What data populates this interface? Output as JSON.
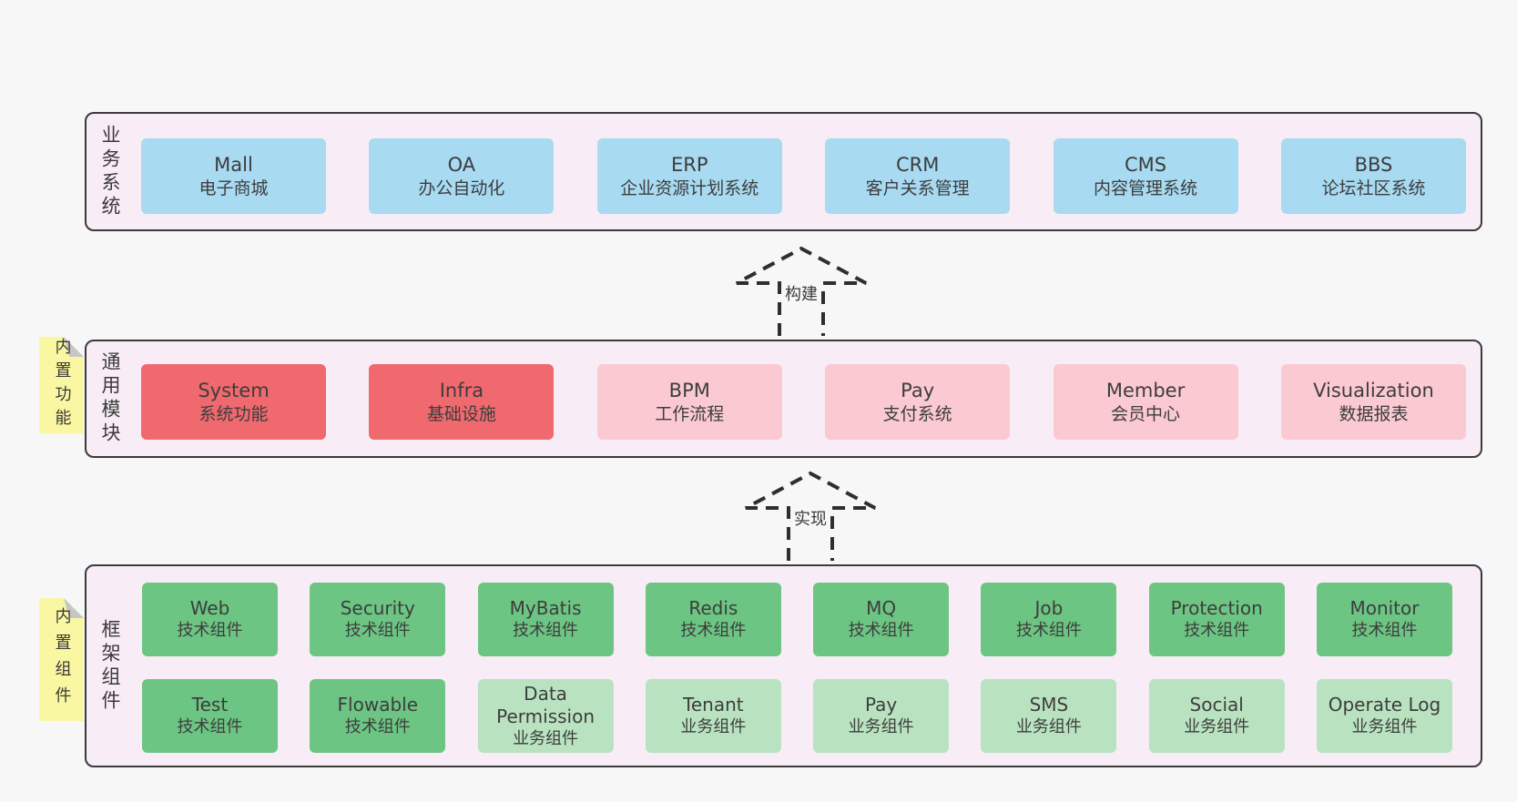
{
  "colors": {
    "page_bg": "#f7f7f7",
    "band_bg": "#f8edf6",
    "band_border": "#3a3a3a",
    "blue": "#a8daf2",
    "red": "#f0696e",
    "pink": "#fac9d2",
    "green": "#6cc583",
    "light_green": "#b9e3c0",
    "note_yellow": "#f9f7a1",
    "fold_gray": "#c6c6c6"
  },
  "arrows": [
    {
      "label": "构建"
    },
    {
      "label": "实现"
    }
  ],
  "bands": {
    "business": {
      "label": "业务系统",
      "items": [
        {
          "en": "Mall",
          "zh": "电子商城"
        },
        {
          "en": "OA",
          "zh": "办公自动化"
        },
        {
          "en": "ERP",
          "zh": "企业资源计划系统"
        },
        {
          "en": "CRM",
          "zh": "客户关系管理"
        },
        {
          "en": "CMS",
          "zh": "内容管理系统"
        },
        {
          "en": "BBS",
          "zh": "论坛社区系统"
        }
      ]
    },
    "modules": {
      "label": "通用模块",
      "tag": "内置功能",
      "items": [
        {
          "en": "System",
          "zh": "系统功能"
        },
        {
          "en": "Infra",
          "zh": "基础设施"
        },
        {
          "en": "BPM",
          "zh": "工作流程"
        },
        {
          "en": "Pay",
          "zh": "支付系统"
        },
        {
          "en": "Member",
          "zh": "会员中心"
        },
        {
          "en": "Visualization",
          "zh": "数据报表"
        }
      ]
    },
    "framework": {
      "label": "框架组件",
      "tag": "内置组件",
      "rows": [
        [
          {
            "en": "Web",
            "zh": "技术组件"
          },
          {
            "en": "Security",
            "zh": "技术组件"
          },
          {
            "en": "MyBatis",
            "zh": "技术组件"
          },
          {
            "en": "Redis",
            "zh": "技术组件"
          },
          {
            "en": "MQ",
            "zh": "技术组件"
          },
          {
            "en": "Job",
            "zh": "技术组件"
          },
          {
            "en": "Protection",
            "zh": "技术组件"
          },
          {
            "en": "Monitor",
            "zh": "技术组件"
          }
        ],
        [
          {
            "en": "Test",
            "zh": "技术组件"
          },
          {
            "en": "Flowable",
            "zh": "技术组件"
          },
          {
            "en": "Data Permission",
            "zh": "业务组件"
          },
          {
            "en": "Tenant",
            "zh": "业务组件"
          },
          {
            "en": "Pay",
            "zh": "业务组件"
          },
          {
            "en": "SMS",
            "zh": "业务组件"
          },
          {
            "en": "Social",
            "zh": "业务组件"
          },
          {
            "en": "Operate Log",
            "zh": "业务组件"
          }
        ]
      ]
    }
  }
}
